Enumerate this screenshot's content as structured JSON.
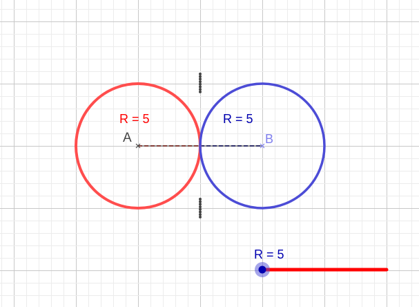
{
  "points": {
    "a": "A",
    "b": "B"
  },
  "circle_a": {
    "label": "R = 5",
    "color": "#ff4d4d"
  },
  "circle_b": {
    "label": "R = 5",
    "color": "#4c4cd6"
  },
  "slider": {
    "label": "R = 5",
    "value": 5,
    "min": 0,
    "max": 10,
    "line_color": "#ff0000",
    "knob_color": "#0000b0"
  }
}
